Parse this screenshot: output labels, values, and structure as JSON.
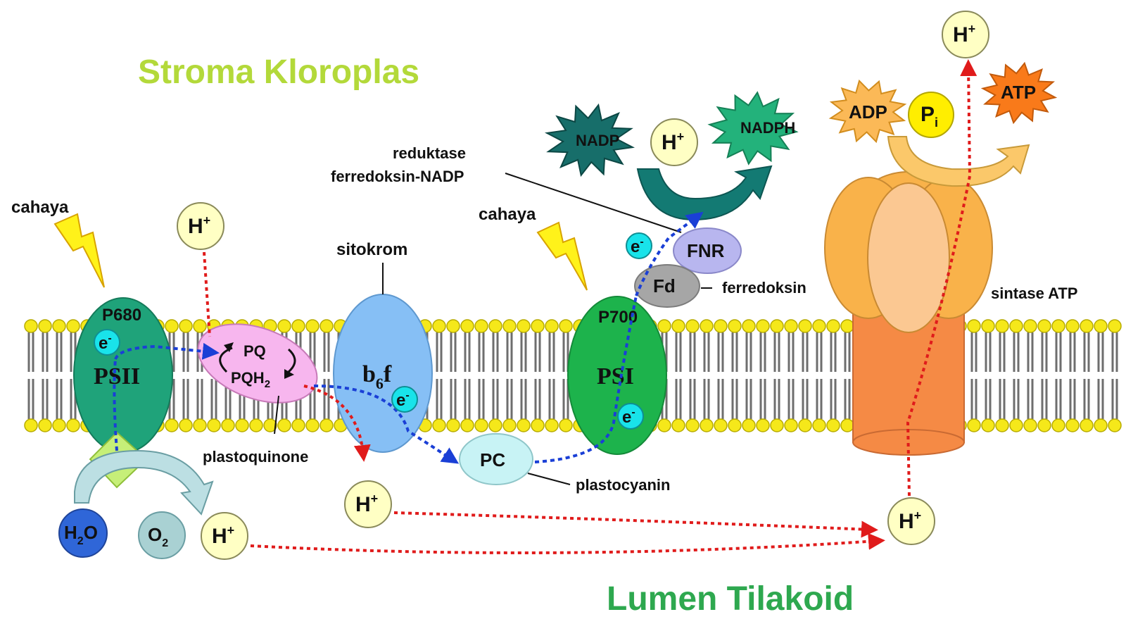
{
  "regions": {
    "stroma": "Stroma Kloroplas",
    "lumen": "Lumen Tilakoid"
  },
  "light": {
    "label_psii": "cahaya",
    "label_psi": "cahaya"
  },
  "complexes": {
    "psii": {
      "name": "PSII",
      "center": "P680"
    },
    "psi": {
      "name": "PSI",
      "center": "P700"
    },
    "b6f": {
      "base": "b",
      "sub": "6",
      "suffix": "f",
      "label": "sitokrom"
    },
    "pq": {
      "top": "PQ",
      "bottom": "PQH",
      "bottom_sub": "2",
      "label": "plastoquinone"
    },
    "pc": {
      "name": "PC",
      "label": "plastocyanin"
    },
    "fd": {
      "name": "Fd",
      "label": "ferredoksin"
    },
    "fnr": {
      "name": "FNR",
      "label_line1": "reduktase",
      "label_line2": "ferredoksin-NADP"
    },
    "atp_synthase": {
      "label": "sintase ATP"
    }
  },
  "electron": {
    "symbol": "e",
    "charge": "-"
  },
  "proton": {
    "symbol": "H",
    "charge": "+"
  },
  "molecules": {
    "water": {
      "base": "H",
      "sub": "2",
      "suffix": "O"
    },
    "oxygen": {
      "base": "O",
      "sub": "2"
    },
    "nadp": "NADP",
    "nadph": "NADPH",
    "adp": "ADP",
    "pi": {
      "base": "P",
      "sub": "i"
    },
    "atp": "ATP"
  },
  "colors": {
    "stroma_text": "#b3d93a",
    "lumen_text": "#2ea84f",
    "light_text": "#f0883a",
    "sitokrom_text": "#1aa0d8",
    "psii": "#1fa37a",
    "psi": "#1db34c",
    "pq": "#f7b6ee",
    "b6f": "#86bff5",
    "pc": "#c8f3f5",
    "fnr": "#b8b6ef",
    "fd": "#a6a6a6",
    "electron": "#19e3ea",
    "proton": "#ffffc4",
    "water": "#2f66d8",
    "oxygen": "#a9d1d3",
    "membrane_head": "#f5e81a",
    "electron_path": "#1a3fd6",
    "proton_path": "#e01b1b",
    "atp_head": "#f9b24a",
    "atp_stalk": "#f58a45"
  }
}
